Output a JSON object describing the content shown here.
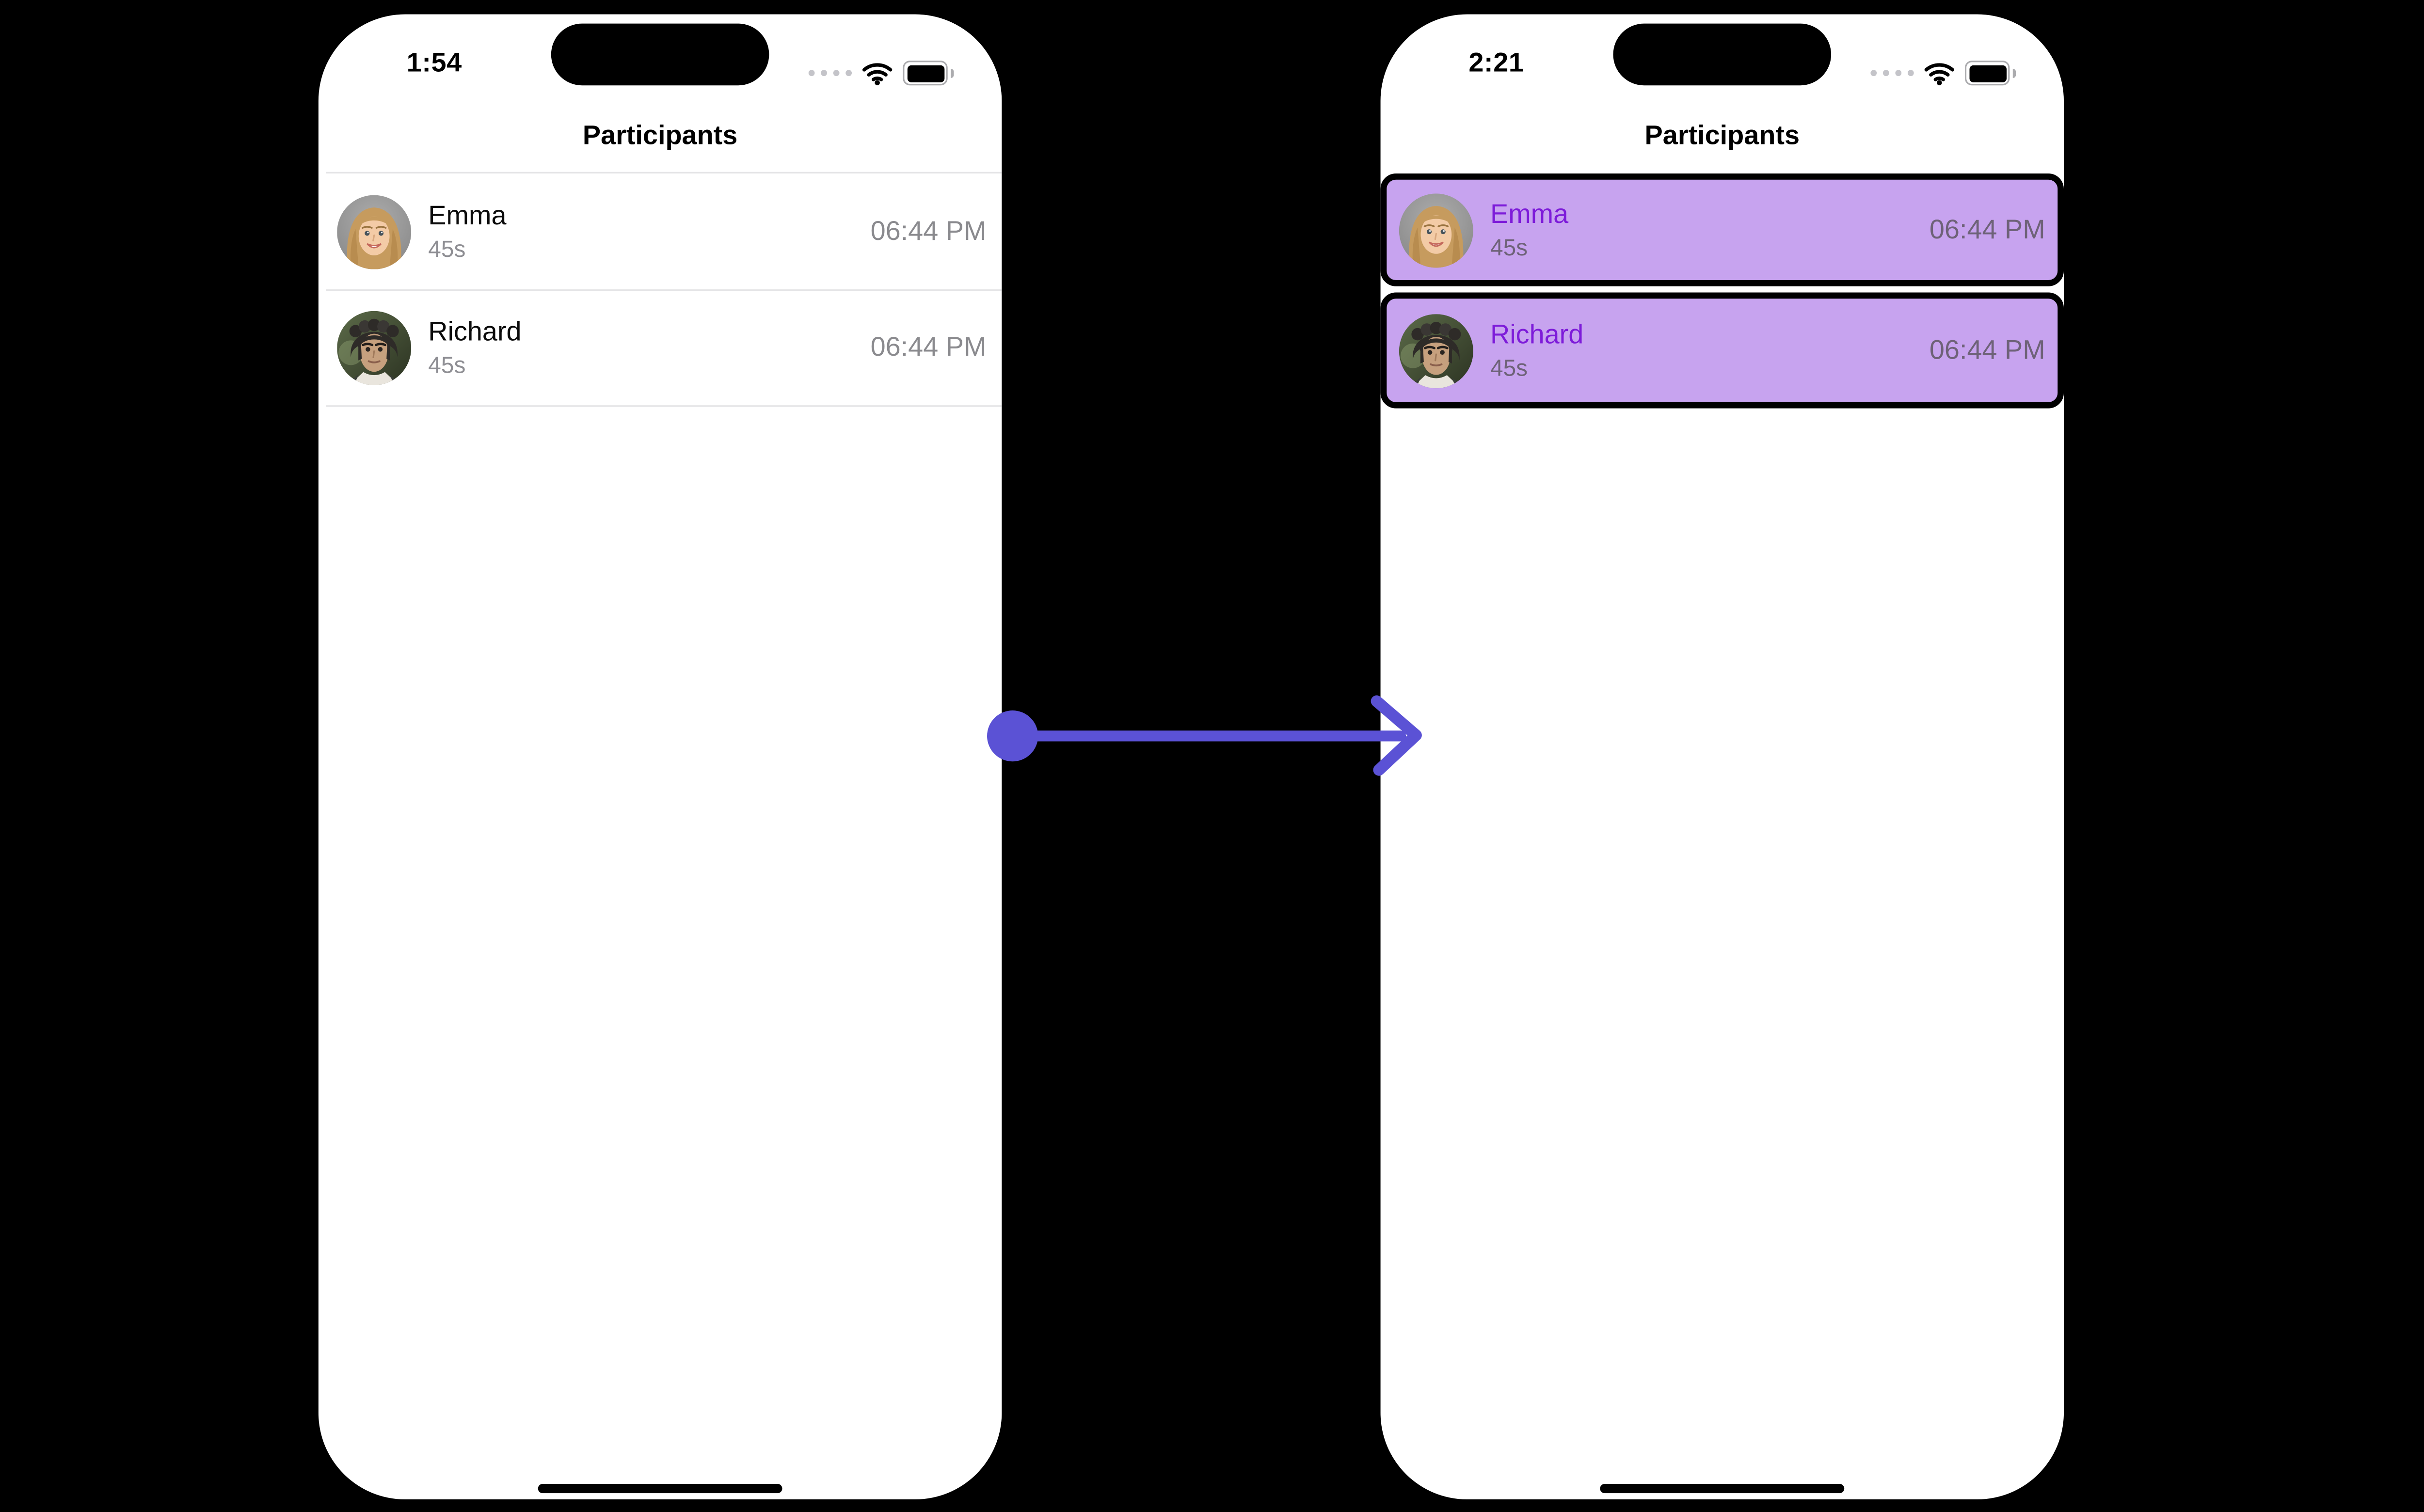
{
  "screens": {
    "before": {
      "status_time": "1:54",
      "title": "Participants",
      "rows": [
        {
          "name": "Emma",
          "duration": "45s",
          "time": "06:44 PM",
          "avatar": "emma-photo",
          "highlighted": false
        },
        {
          "name": "Richard",
          "duration": "45s",
          "time": "06:44 PM",
          "avatar": "richard-photo",
          "highlighted": false
        }
      ]
    },
    "after": {
      "status_time": "2:21",
      "title": "Participants",
      "rows": [
        {
          "name": "Emma",
          "duration": "45s",
          "time": "06:44 PM",
          "avatar": "emma-photo",
          "highlighted": true
        },
        {
          "name": "Richard",
          "duration": "45s",
          "time": "06:44 PM",
          "avatar": "richard-photo",
          "highlighted": true
        }
      ]
    }
  },
  "annotation": {
    "arrow_direction": "left-to-right"
  },
  "icons": {
    "cellular": "cellular-signal-dots",
    "wifi": "wifi",
    "battery": "battery-full"
  },
  "colors": {
    "highlight_bg": "#C7A3EF",
    "highlight_name": "#7D1BD9",
    "highlight_secondary": "#6E6278",
    "secondary_text": "#8E8E93",
    "time_text": "#8A8A8E",
    "arrow": "#5B52D5",
    "divider": "#E4E4E6",
    "background": "#000000"
  }
}
